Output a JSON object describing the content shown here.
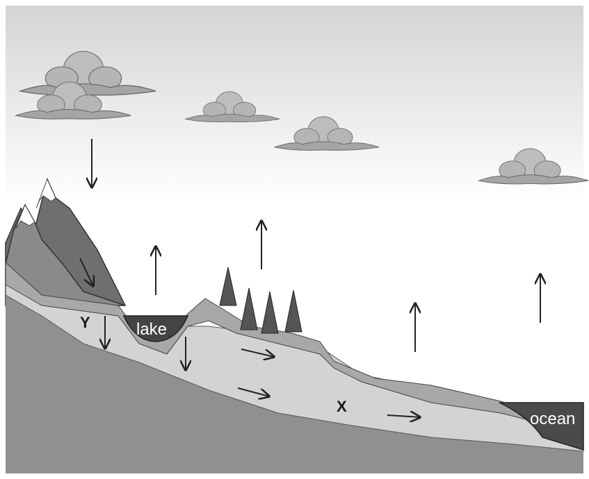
{
  "labels": {
    "lake": "lake",
    "ocean": "ocean",
    "x": "X",
    "y": "Y"
  },
  "colors": {
    "sky_top": "#d4d4d4",
    "sky_bottom": "#ffffff",
    "bedrock": "#8e8e8e",
    "aquifer": "#d2d2d2",
    "topsoil": "#a9a9a9",
    "water": "#4a4a4a",
    "mountain": "#7a7a7a",
    "snow": "#ffffff",
    "tree": "#5a5a5a",
    "cloud": "#b5b5b5",
    "arrow": "#222222"
  },
  "arrow_groups": {
    "precipitation": "down",
    "evaporation": "up",
    "runoff": "down-right",
    "infiltration": "down",
    "groundwater_flow": "right"
  }
}
